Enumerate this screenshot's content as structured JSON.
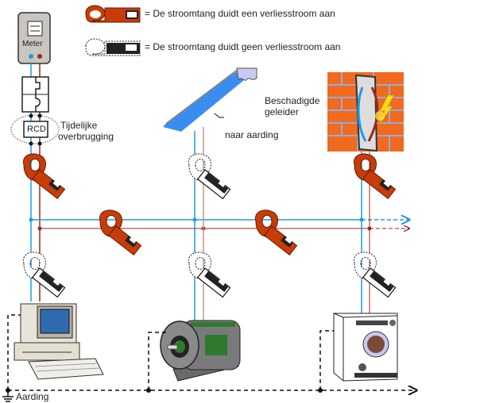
{
  "legend": {
    "leak_detected": "= De stroomtang duidt een verliesstroom aan",
    "no_leak": "= De stroomtang duidt geen verliesstroom aan"
  },
  "labels": {
    "meter": "Meter",
    "rcd": "RCD",
    "bypass_line1": "Tijdelijke",
    "bypass_line2": "overbrugging",
    "damaged_line1": "Beschadigde",
    "damaged_line2": "geleider",
    "to_ground": "naar aarding",
    "ground": "Aarding"
  },
  "colors": {
    "neutral_wire": "#1e9be8",
    "live_wire": "#9b2a1a",
    "live_wire_light": "#c49a88",
    "clamp_leak": "#c83c0a",
    "ground_line": "#111111",
    "brick": "#f06a20"
  },
  "clamps": [
    {
      "location": "after-rcd",
      "state": "leak"
    },
    {
      "location": "bus-left",
      "state": "leak"
    },
    {
      "location": "bus-middle",
      "state": "leak"
    },
    {
      "location": "wall-branch",
      "state": "leak"
    },
    {
      "location": "lamp-branch",
      "state": "no-leak"
    },
    {
      "location": "computer-branch",
      "state": "no-leak"
    },
    {
      "location": "motor-branch",
      "state": "no-leak"
    },
    {
      "location": "washer-branch",
      "state": "no-leak"
    }
  ]
}
